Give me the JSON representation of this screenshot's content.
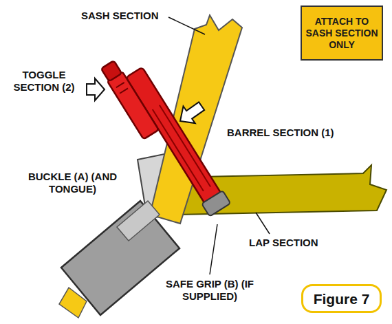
{
  "diagram": {
    "nodes": [
      {
        "text": [
          "ATTACH TO SASH SECTION ONLY"
        ]
      },
      {
        "text": [
          "Figure 7"
        ]
      }
    ],
    "labels": [
      "SASH SECTION",
      "TOGGLE SECTION (2)",
      "BARREL SECTION (1)",
      "BUCKLE (A) (AND TONGUE)",
      "LAP SECTION",
      "SAFE GRIP (B) (IF SUPPLIED)"
    ]
  }
}
